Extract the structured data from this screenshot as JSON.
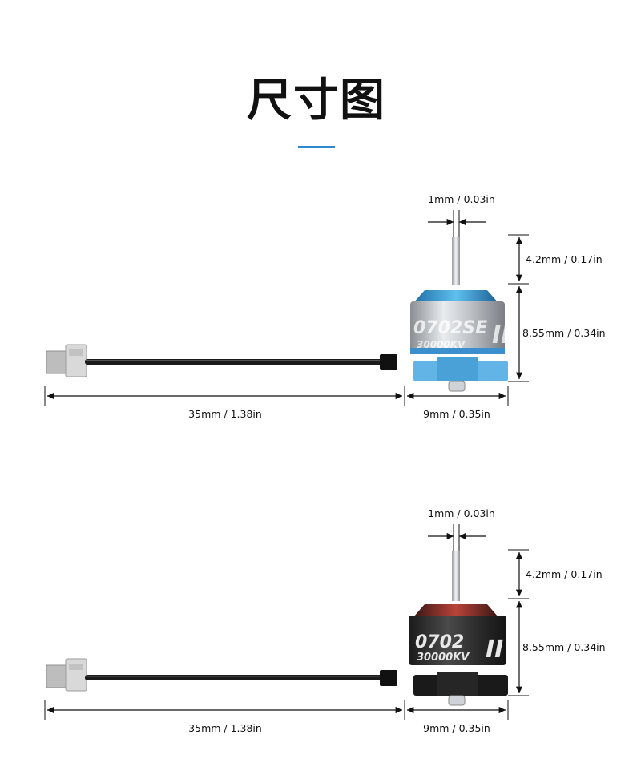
{
  "title": "尺寸图",
  "accent_color": "#2e8bd0",
  "diagrams": [
    {
      "variant": "blue motor",
      "motor_color": "#3aa0d8",
      "motor_label_model": "0702SE",
      "motor_label_kv": "30000KV",
      "motor_label_roman": "II",
      "dims": {
        "shaft_diameter": "1mm / 0.03in",
        "shaft_length": "4.2mm / 0.17in",
        "body_height": "8.55mm / 0.34in",
        "cable_length": "35mm / 1.38in",
        "base_width": "9mm / 0.35in"
      }
    },
    {
      "variant": "black motor",
      "motor_color": "#2a2a2a",
      "motor_label_model": "0702",
      "motor_label_kv": "30000KV",
      "motor_label_roman": "II",
      "dims": {
        "shaft_diameter": "1mm / 0.03in",
        "shaft_length": "4.2mm / 0.17in",
        "body_height": "8.55mm / 0.34in",
        "cable_length": "35mm / 1.38in",
        "base_width": "9mm / 0.35in"
      }
    }
  ]
}
